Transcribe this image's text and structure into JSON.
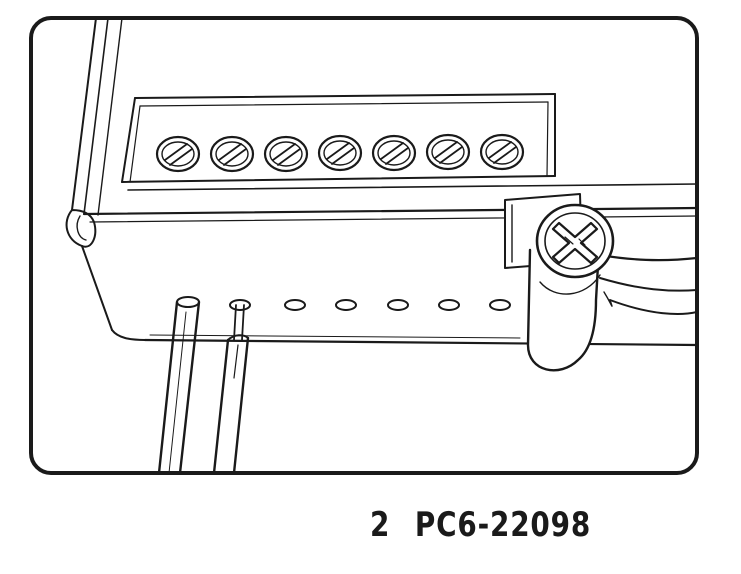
{
  "figure": {
    "step_number": "2",
    "part_number": "PC6-22098",
    "terminal_count": 7,
    "hole_count": 6,
    "icons": [
      "terminal-screw-icon",
      "ground-screw-icon",
      "wire-icon"
    ],
    "line_color": "#1a1a1a",
    "background_color": "#ffffff"
  }
}
